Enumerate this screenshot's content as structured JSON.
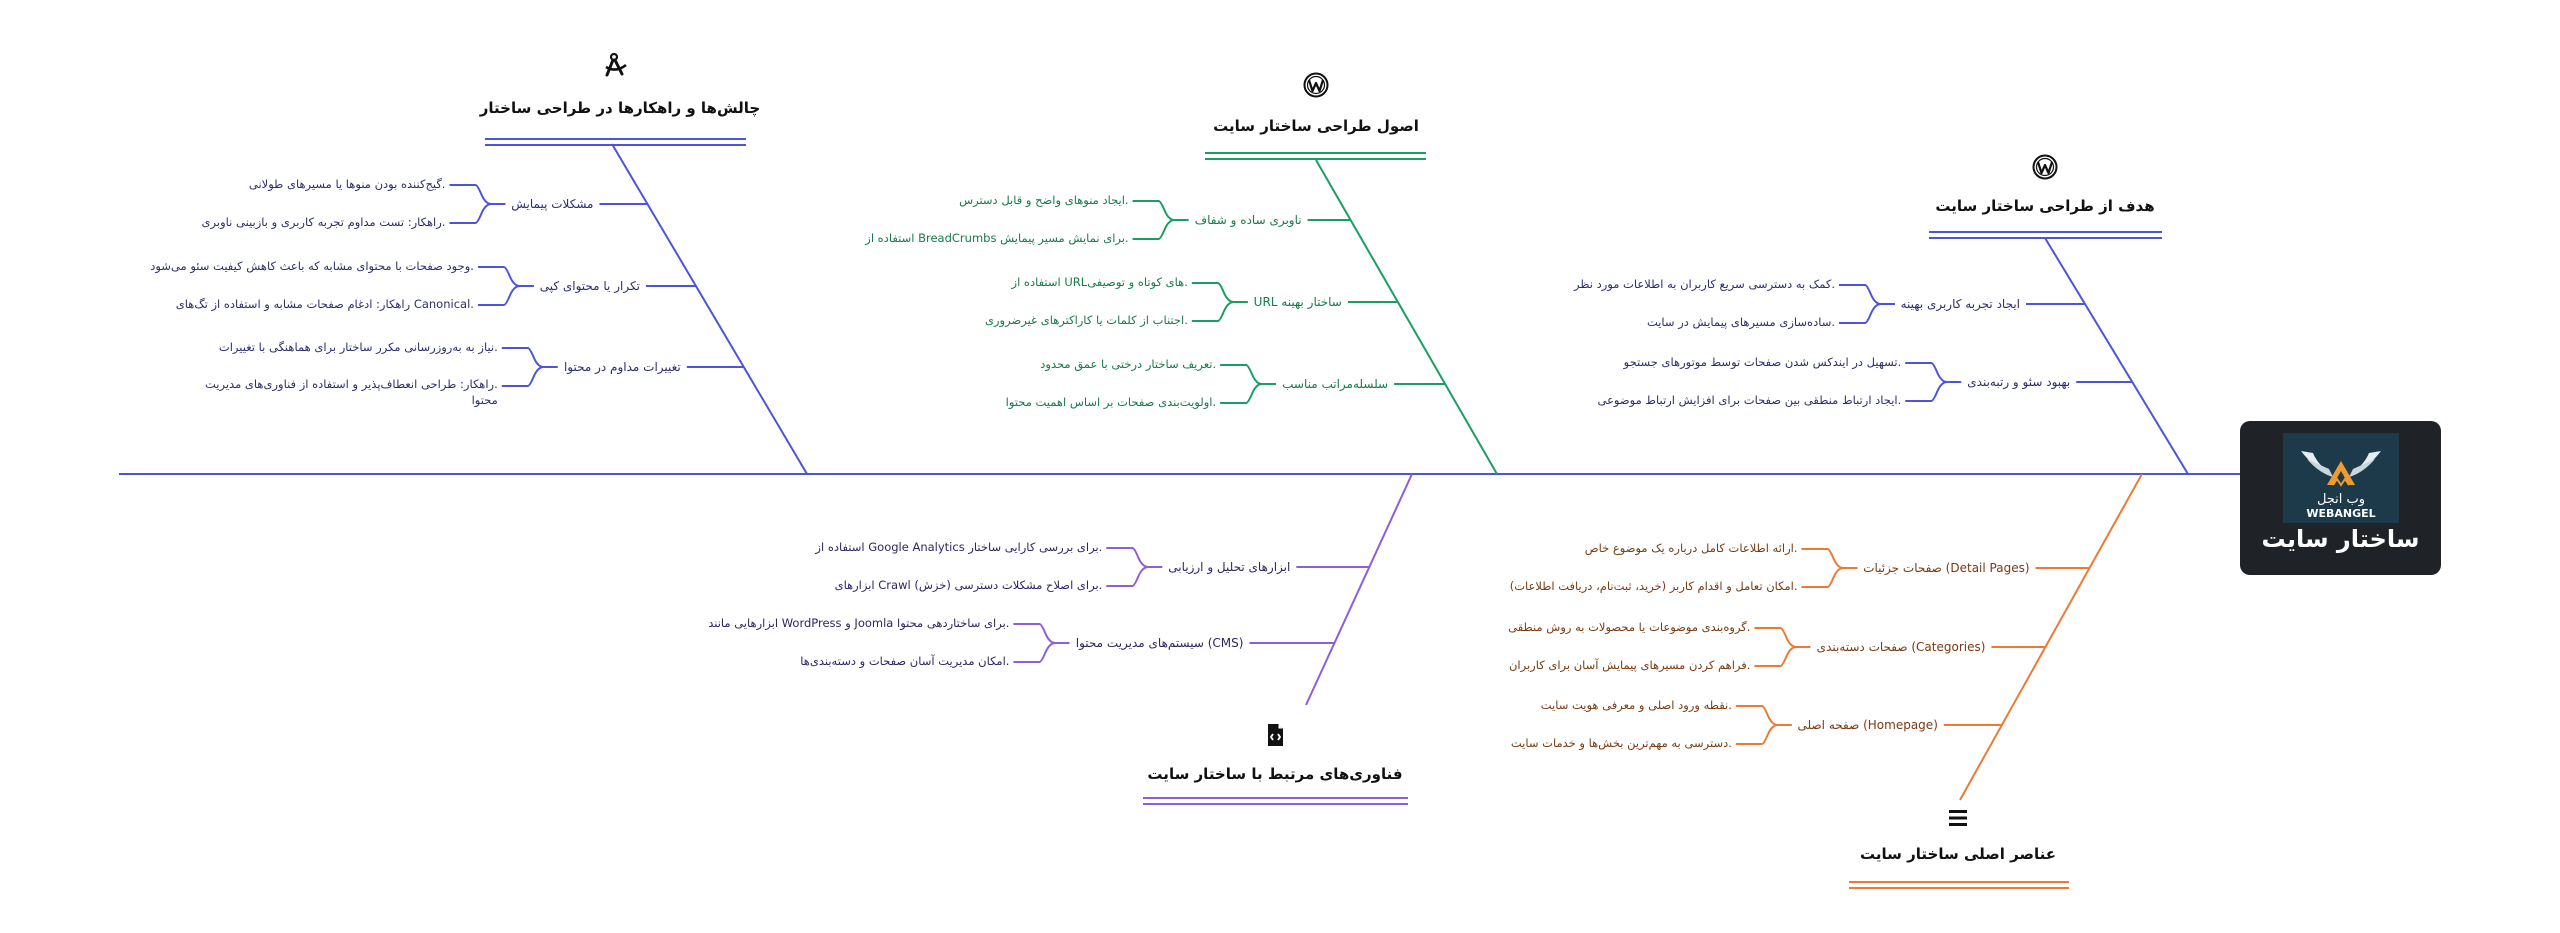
{
  "center": {
    "title": "ساختار سایت",
    "logo_text_fa": "وب انجل",
    "logo_text_en": "WEBANGEL"
  },
  "colors": {
    "spine": "#4c55d9",
    "center_bg": "#1f2226",
    "logo_bg": "#1c3a4a",
    "logo_accent": "#f29a2e"
  },
  "branches": [
    {
      "title": "چالش‌ها و راهکارها در طراحی ساختار",
      "icon": "compass-icon",
      "color": "#4c55d9",
      "text_color": "#2b2e6e",
      "categories": [
        {
          "label": "مشکلات پیمایش",
          "items": [
            ".گیج‌کننده بودن منوها یا مسیرهای طولانی",
            ".راهکار: تست مداوم تجربه کاربری و بازبینی ناوبری"
          ]
        },
        {
          "label": "تکرار یا محتوای کپی",
          "items": [
            ".وجود صفحات با محتوای مشابه که باعث کاهش کیفیت سئو می‌شود",
            ".Canonical راهکار: ادغام صفحات مشابه و استفاده از تگ‌های"
          ]
        },
        {
          "label": "تغییرات مداوم در محتوا",
          "items": [
            ".نیاز به به‌روزرسانی مکرر ساختار برای هماهنگی با تغییرات",
            ".راهکار: طراحی انعطاف‌پذیر و استفاده از فناوری‌های مدیریت محتوا"
          ]
        }
      ]
    },
    {
      "title": "اصول طراحی ساختار سایت",
      "icon": "wordpress-icon",
      "color": "#1b9e63",
      "text_color": "#187a4a",
      "categories": [
        {
          "label": "ناوبری ساده و شفاف",
          "items": [
            ".ایجاد منوهای واضح و قابل دسترس",
            ".برای نمایش مسیر پیمایش BreadCrumbs استفاده از"
          ]
        },
        {
          "label": "ساختار بهینه URL",
          "items": [
            ".های کوتاه و توصیفیURL استفاده از",
            ".اجتناب از کلمات یا کاراکترهای غیرضروری"
          ]
        },
        {
          "label": "سلسله‌مراتب مناسب",
          "items": [
            ".تعریف ساختار درختی با عمق محدود",
            ".اولویت‌بندی صفحات بر اساس اهمیت محتوا"
          ]
        }
      ]
    },
    {
      "title": "هدف از طراحی ساختار سایت",
      "icon": "wordpress-icon",
      "color": "#4c55d9",
      "text_color": "#2b2e6e",
      "categories": [
        {
          "label": "ایجاد تجربه کاربری بهینه",
          "items": [
            ".کمک به دسترسی سریع کاربران به اطلاعات مورد نظر",
            ".ساده‌سازی مسیرهای پیمایش در سایت"
          ]
        },
        {
          "label": "بهبود سئو و رتبه‌بندی",
          "items": [
            ".تسهیل در ایندکس شدن صفحات توسط موتورهای جستجو",
            ".ایجاد ارتباط منطقی بین صفحات برای افزایش ارتباط موضوعی"
          ]
        }
      ]
    },
    {
      "title": "فناوری‌های مرتبط با ساختار سایت",
      "icon": "file-code-icon",
      "color": "#8b5fd9",
      "text_color": "#2d2663",
      "categories": [
        {
          "label": "ابزارهای تحلیل و ارزیابی",
          "items": [
            ".برای بررسی کارایی ساختار Google Analytics استفاده از",
            ".برای اصلاح مشکلات دسترسی (خزش) Crawl ابزارهای"
          ]
        },
        {
          "label": "(CMS) سیستم‌های مدیریت محتوا",
          "items": [
            ".برای ساختاردهی محتوا Joomla و WordPress ابزارهایی مانند",
            ".امکان مدیریت آسان صفحات و دسته‌بندی‌ها"
          ]
        }
      ]
    },
    {
      "title": "عناصر اصلی ساختار سایت",
      "icon": "menu-icon",
      "color": "#ec7a35",
      "text_color": "#7a3a12",
      "categories": [
        {
          "label": "(Detail Pages) صفحات جزئیات",
          "items": [
            ".ارائه اطلاعات کامل درباره یک موضوع خاص",
            ".امکان تعامل و اقدام کاربر (خرید، ثبت‌نام، دریافت اطلاعات)"
          ]
        },
        {
          "label": "(Categories) صفحات دسته‌بندی",
          "items": [
            ".گروه‌بندی موضوعات یا محصولات به روش منطقی",
            ".فراهم کردن مسیرهای پیمایش آسان برای کاربران"
          ]
        },
        {
          "label": "(Homepage) صفحه اصلی",
          "items": [
            ".نقطه ورود اصلی و معرفی هویت سایت",
            ".دسترسی به مهم‌ترین بخش‌ها و خدمات سایت"
          ]
        }
      ]
    }
  ]
}
